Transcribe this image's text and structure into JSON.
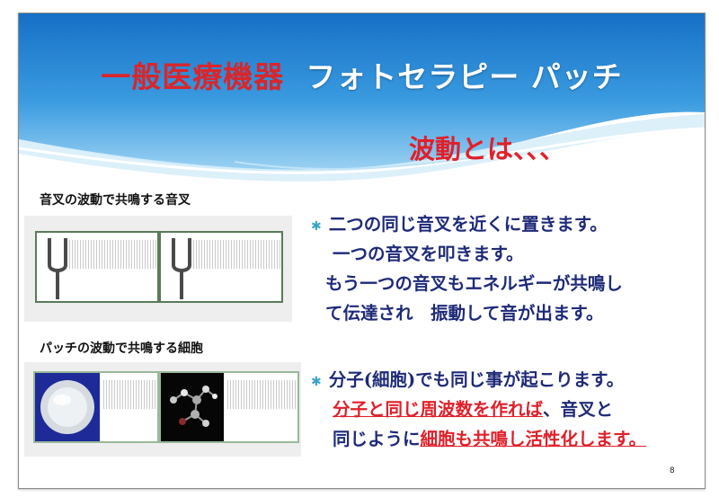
{
  "slide": {
    "title_red": "一般医療機器",
    "title_white": "フォトセラピー パッチ",
    "subtitle": "波動とは、、、",
    "page_number": "8"
  },
  "left": {
    "caption_top": "音叉の波動で共鳴する音叉",
    "caption_bottom": "パッチの波動で共鳴する細胞"
  },
  "bullets": {
    "b1_line1": "二つの同じ音叉を近くに置きます。",
    "b1_line2": "一つの音叉を叩きます。",
    "b1_line3": "もう一つの音叉もエネルギーが共鳴し",
    "b1_line4": "て伝達され　振動して音が出ます。",
    "b2_line1": "分子(細胞)でも同じ事が起こります。",
    "b2_line2_highlight": "分子と同じ周波数を作れば",
    "b2_line2_rest": "、音叉と",
    "b2_line3_start": "同じように",
    "b2_line3_highlight": "細胞も共鳴し活性化します",
    "b2_line3_end": "。"
  },
  "colors": {
    "accent_red": "#e0202a",
    "text_navy": "#1e2a78",
    "bullet_star": "#3aa4c8",
    "header_blue": "#1f7fd0"
  },
  "icons": [
    "star-bullet-icon",
    "tuning-fork-icon",
    "petri-dish-icon",
    "molecule-icon"
  ]
}
